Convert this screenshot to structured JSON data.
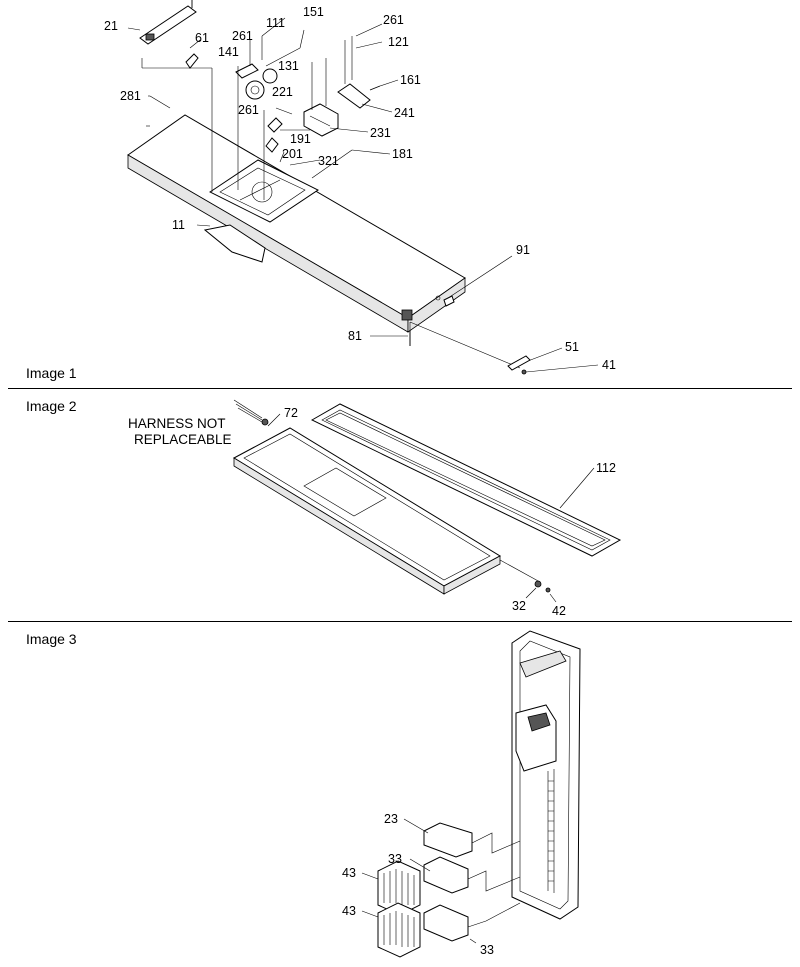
{
  "panels": [
    {
      "title": "Image 1",
      "callouts": [
        "21",
        "61",
        "261",
        "111",
        "151",
        "261",
        "121",
        "141",
        "131",
        "221",
        "161",
        "281",
        "261",
        "241",
        "191",
        "231",
        "201",
        "321",
        "181",
        "11",
        "91",
        "81",
        "51",
        "41"
      ]
    },
    {
      "title": "Image 2",
      "note_line1": "HARNESS NOT",
      "note_line2": "REPLACEABLE",
      "callouts": [
        "72",
        "112",
        "32",
        "42"
      ]
    },
    {
      "title": "Image 3",
      "callouts": [
        "23",
        "33",
        "43",
        "43",
        "33"
      ]
    }
  ]
}
